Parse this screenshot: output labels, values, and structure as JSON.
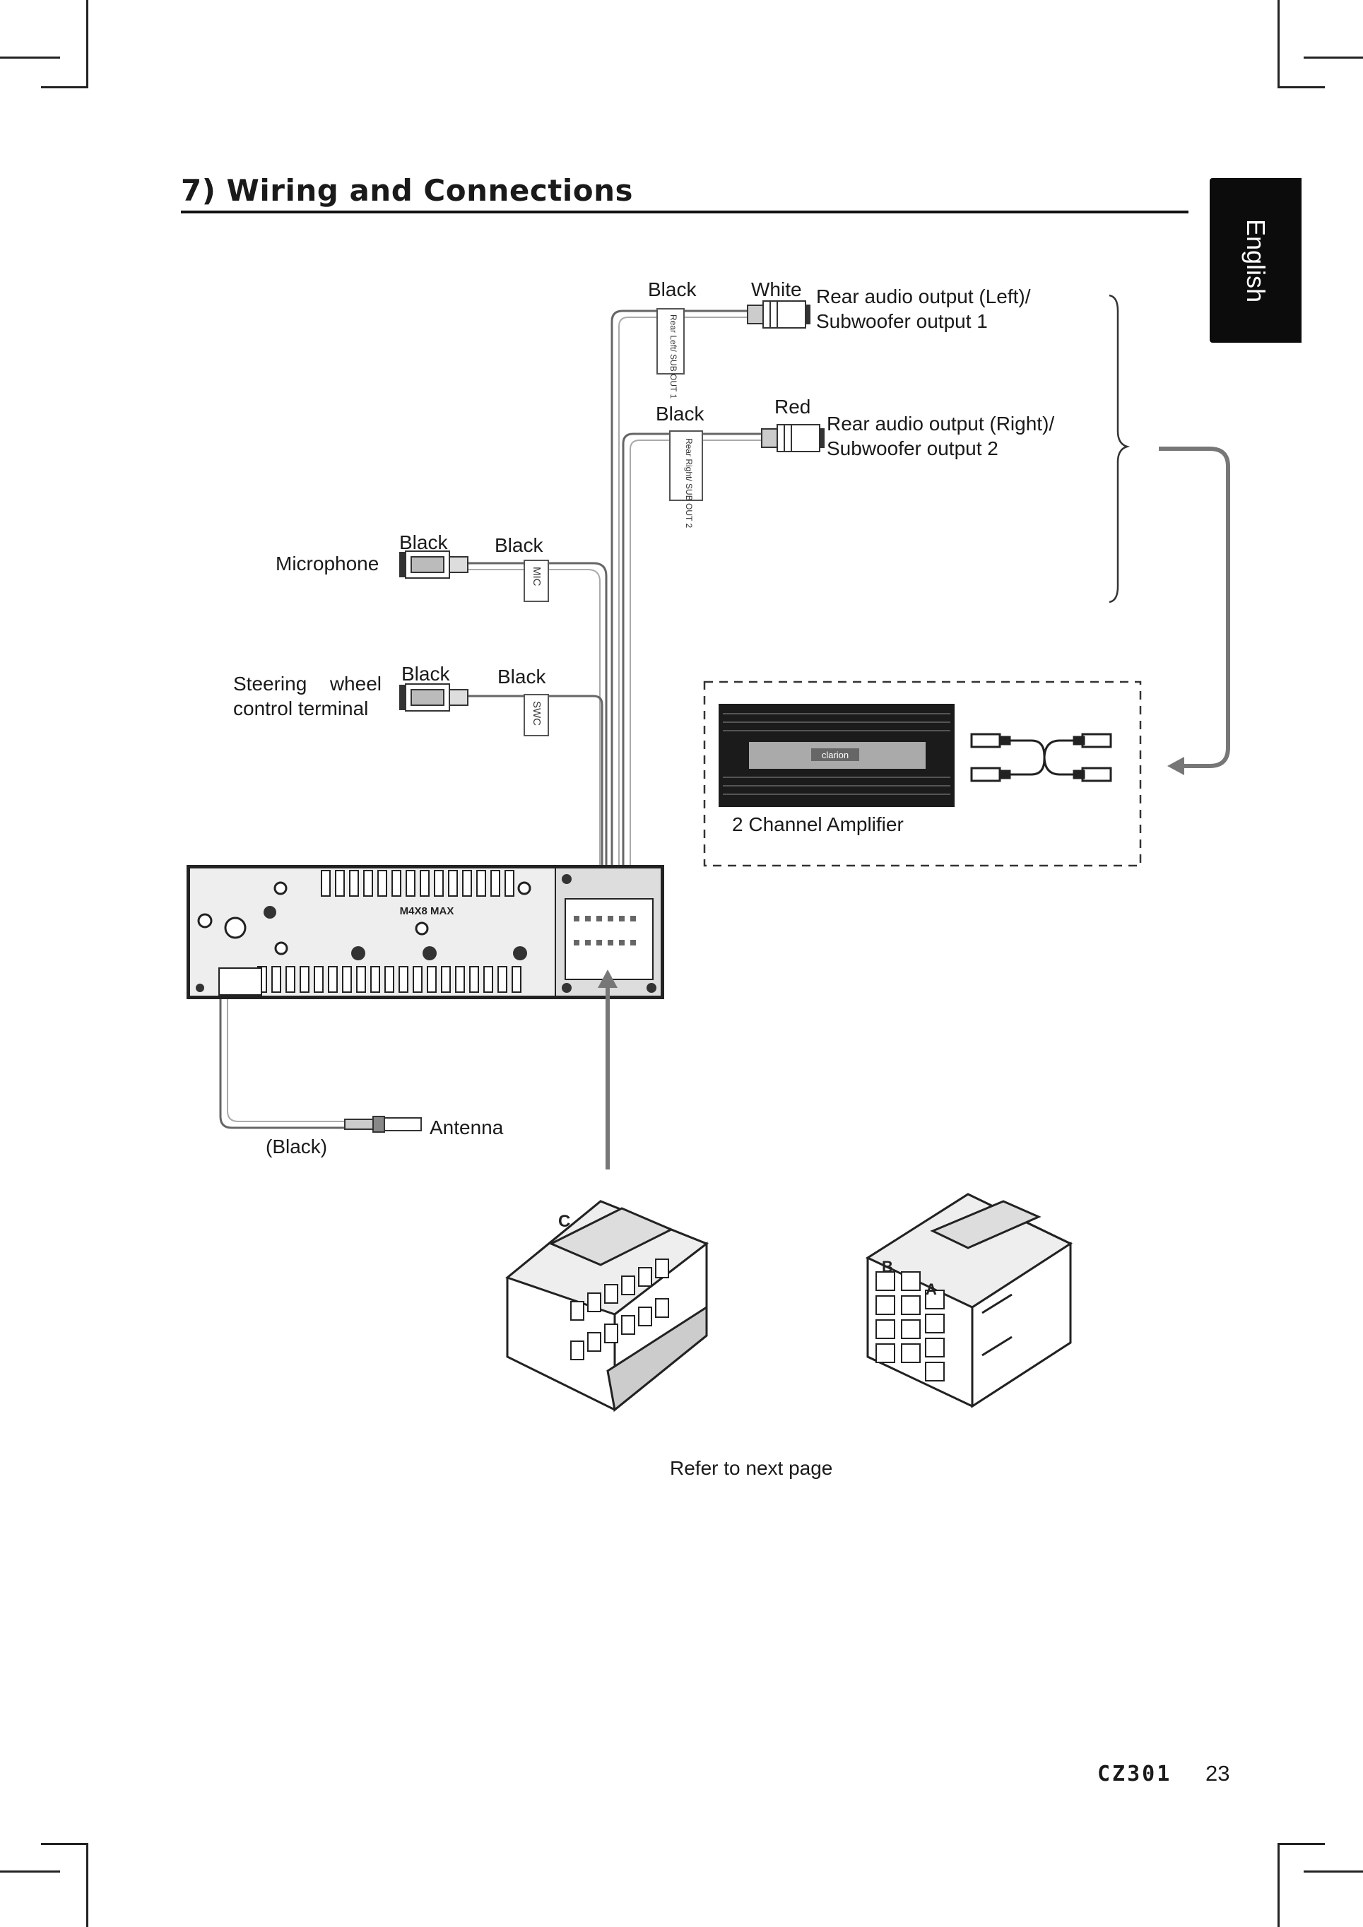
{
  "section_title": "7) Wiring and Connections",
  "language_tab": "English",
  "cables": {
    "rear_left": {
      "cable_color": "Black",
      "plug_color": "White",
      "tag": "Rear Left/ SUB OUT 1",
      "label": "Rear audio output (Left)/ Subwoofer output 1"
    },
    "rear_right": {
      "cable_color": "Black",
      "plug_color": "Red",
      "tag": "Rear Right/ SUB OUT 2",
      "label": "Rear audio output (Right)/ Subwoofer output 2"
    },
    "microphone": {
      "label": "Microphone",
      "plug_color": "Black",
      "cable_color": "Black",
      "tag": "MIC"
    },
    "steering": {
      "label": "Steering wheel control terminal",
      "plug_color": "Black",
      "cable_color": "Black",
      "tag": "SWC"
    },
    "antenna": {
      "label": "Antenna",
      "cable_color": "(Black)"
    }
  },
  "amplifier": {
    "label": "2 Channel Amplifier",
    "brand": "clarion"
  },
  "unit": {
    "screw_label": "M4X8 MAX"
  },
  "connectors": {
    "c": "C",
    "b": "B",
    "a": "A"
  },
  "footer_note": "Refer to next page",
  "model": "CZ301",
  "page_number": "23"
}
